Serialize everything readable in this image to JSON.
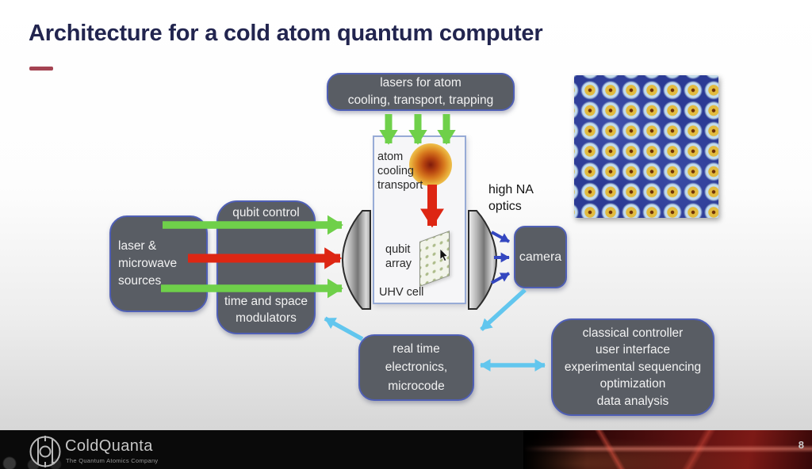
{
  "slide": {
    "title": "Architecture for a cold atom quantum computer"
  },
  "diagram": {
    "lasers_box": "lasers for atom\ncooling, transport, trapping",
    "sources_box": "laser &\nmicrowave\nsources",
    "qubit_control_label": "qubit control",
    "modulators_label": "time and space\nmodulators",
    "camera_box": "camera",
    "rte_box": "real time\nelectronics,\nmicrocode",
    "classical_box": "classical controller\nuser interface\nexperimental sequencing\noptimization\ndata analysis",
    "high_na_label": "high NA\noptics",
    "cell": {
      "atom_label": "atom\ncooling\ntransport",
      "qubit_array_label": "qubit\narray",
      "uhv_label": "UHV cell"
    },
    "colors": {
      "box_fill": "#595d64",
      "box_border": "#4f5fb5",
      "green_arrow": "#6fd04a",
      "red_arrow": "#dd2613",
      "blue_arrow": "#3447c0",
      "cyan_arrow": "#62c6ee",
      "cell_border": "#97abd6",
      "title_text": "#22254f",
      "accent_dash": "#a44352",
      "atom_image_background": "#2b3a94"
    }
  },
  "footer": {
    "brand": "ColdQuanta",
    "tagline": "The Quantum Atomics Company",
    "page_number": "8"
  }
}
